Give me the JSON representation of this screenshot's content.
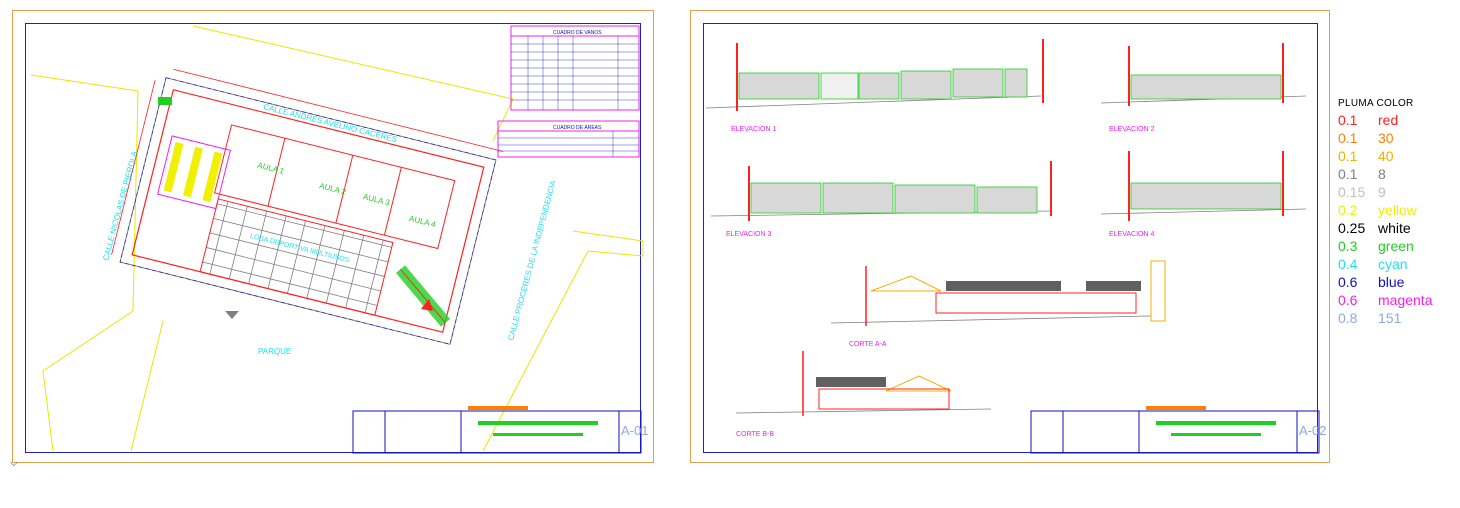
{
  "sheet1": {
    "table_vanos_title": "CUADRO DE VANOS",
    "table_areas_title": "CUADRO DE ÁREAS",
    "streets": {
      "top": "CALLE ANDRES AVELINO CACERES",
      "left": "CALLE NICOLAS DE PIEROLA",
      "right": "CALLE PROCERES DE LA INDEPENDENCIA",
      "bottom": "PARQUE"
    },
    "rooms": [
      "AULA 1",
      "AULA 2",
      "AULA 3",
      "AULA 4"
    ],
    "patio": "LOSA DEPORTIVA MULTIUSOS",
    "sheet_code": "A-01"
  },
  "sheet2": {
    "elevations": [
      "ELEVACION 1",
      "ELEVACION 2",
      "ELEVACION 3",
      "ELEVACION 4"
    ],
    "sections": [
      "CORTE A-A",
      "CORTE B-B"
    ],
    "sheet_code": "A-02"
  },
  "legend": {
    "header": "PLUMA COLOR",
    "rows": [
      {
        "w": "0.1",
        "c": "red",
        "hex": "#ff2020"
      },
      {
        "w": "0.1",
        "c": "30",
        "hex": "#ff8000"
      },
      {
        "w": "0.1",
        "c": "40",
        "hex": "#f0b000"
      },
      {
        "w": "0.1",
        "c": "8",
        "hex": "#808080"
      },
      {
        "w": "0.15",
        "c": "9",
        "hex": "#c0c0c0"
      },
      {
        "w": "0.2",
        "c": "yellow",
        "hex": "#f0f000"
      },
      {
        "w": "0.25",
        "c": "white",
        "hex": "#000000"
      },
      {
        "w": "0.3",
        "c": "green",
        "hex": "#20d020"
      },
      {
        "w": "0.4",
        "c": "cyan",
        "hex": "#20e0f0"
      },
      {
        "w": "0.6",
        "c": "blue",
        "hex": "#1010c0"
      },
      {
        "w": "0.6",
        "c": "magenta",
        "hex": "#f020f0"
      },
      {
        "w": "0.8",
        "c": "151",
        "hex": "#90a8e0"
      }
    ]
  }
}
